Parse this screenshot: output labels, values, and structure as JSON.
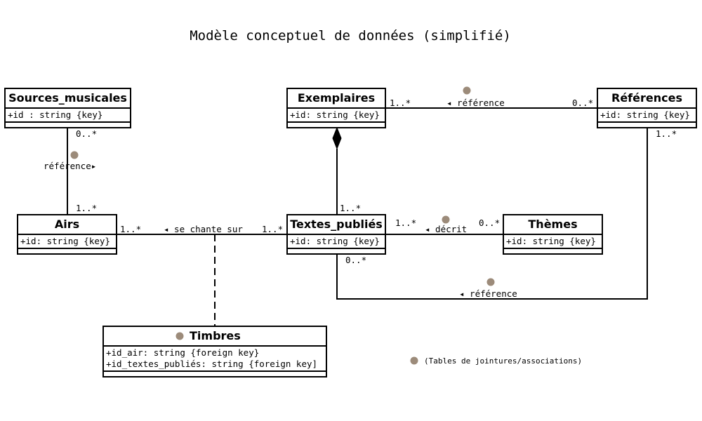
{
  "diagram": {
    "title": "Modèle conceptuel de données (simplifié)",
    "colors": {
      "association_dot": "#9c8b7a",
      "stroke": "#000000",
      "background": "#ffffff"
    },
    "classes": {
      "sources_musicales": {
        "name": "Sources_musicales",
        "attributes": [
          "+id : string {key}"
        ]
      },
      "exemplaires": {
        "name": "Exemplaires",
        "attributes": [
          "+id: string {key}"
        ]
      },
      "references": {
        "name": "Références",
        "attributes": [
          "+id: string {key}"
        ]
      },
      "airs": {
        "name": "Airs",
        "attributes": [
          "+id: string {key}"
        ]
      },
      "textes_publies": {
        "name": "Textes_publiés",
        "attributes": [
          "+id: string {key}"
        ]
      },
      "themes": {
        "name": "Thèmes",
        "attributes": [
          "+id: string {key}"
        ]
      },
      "timbres": {
        "name": "Timbres",
        "attributes": [
          "+id_air: string {foreign key}",
          "+id_textes_publiés: string {foreign key]"
        ]
      }
    },
    "associations": {
      "exemplaires_references": {
        "label": "◂ référence",
        "mult_from": "1..*",
        "mult_to": "0..*"
      },
      "sources_airs": {
        "label": "référence▸",
        "mult_from": "0..*",
        "mult_to": "1..*"
      },
      "exemplaires_textes": {
        "label": "",
        "mult_from": "",
        "mult_to": "1..*"
      },
      "airs_textes": {
        "label": "◂ se chante sur",
        "mult_from": "1..*",
        "mult_to": "1..*"
      },
      "textes_themes": {
        "label": "◂ décrit",
        "mult_from": "1..*",
        "mult_to": "0..*"
      },
      "textes_references": {
        "label": "◂ référence",
        "mult_from": "0..*",
        "mult_to": "1..*"
      }
    },
    "legend": {
      "text": "(Tables de jointures/associations)"
    }
  }
}
